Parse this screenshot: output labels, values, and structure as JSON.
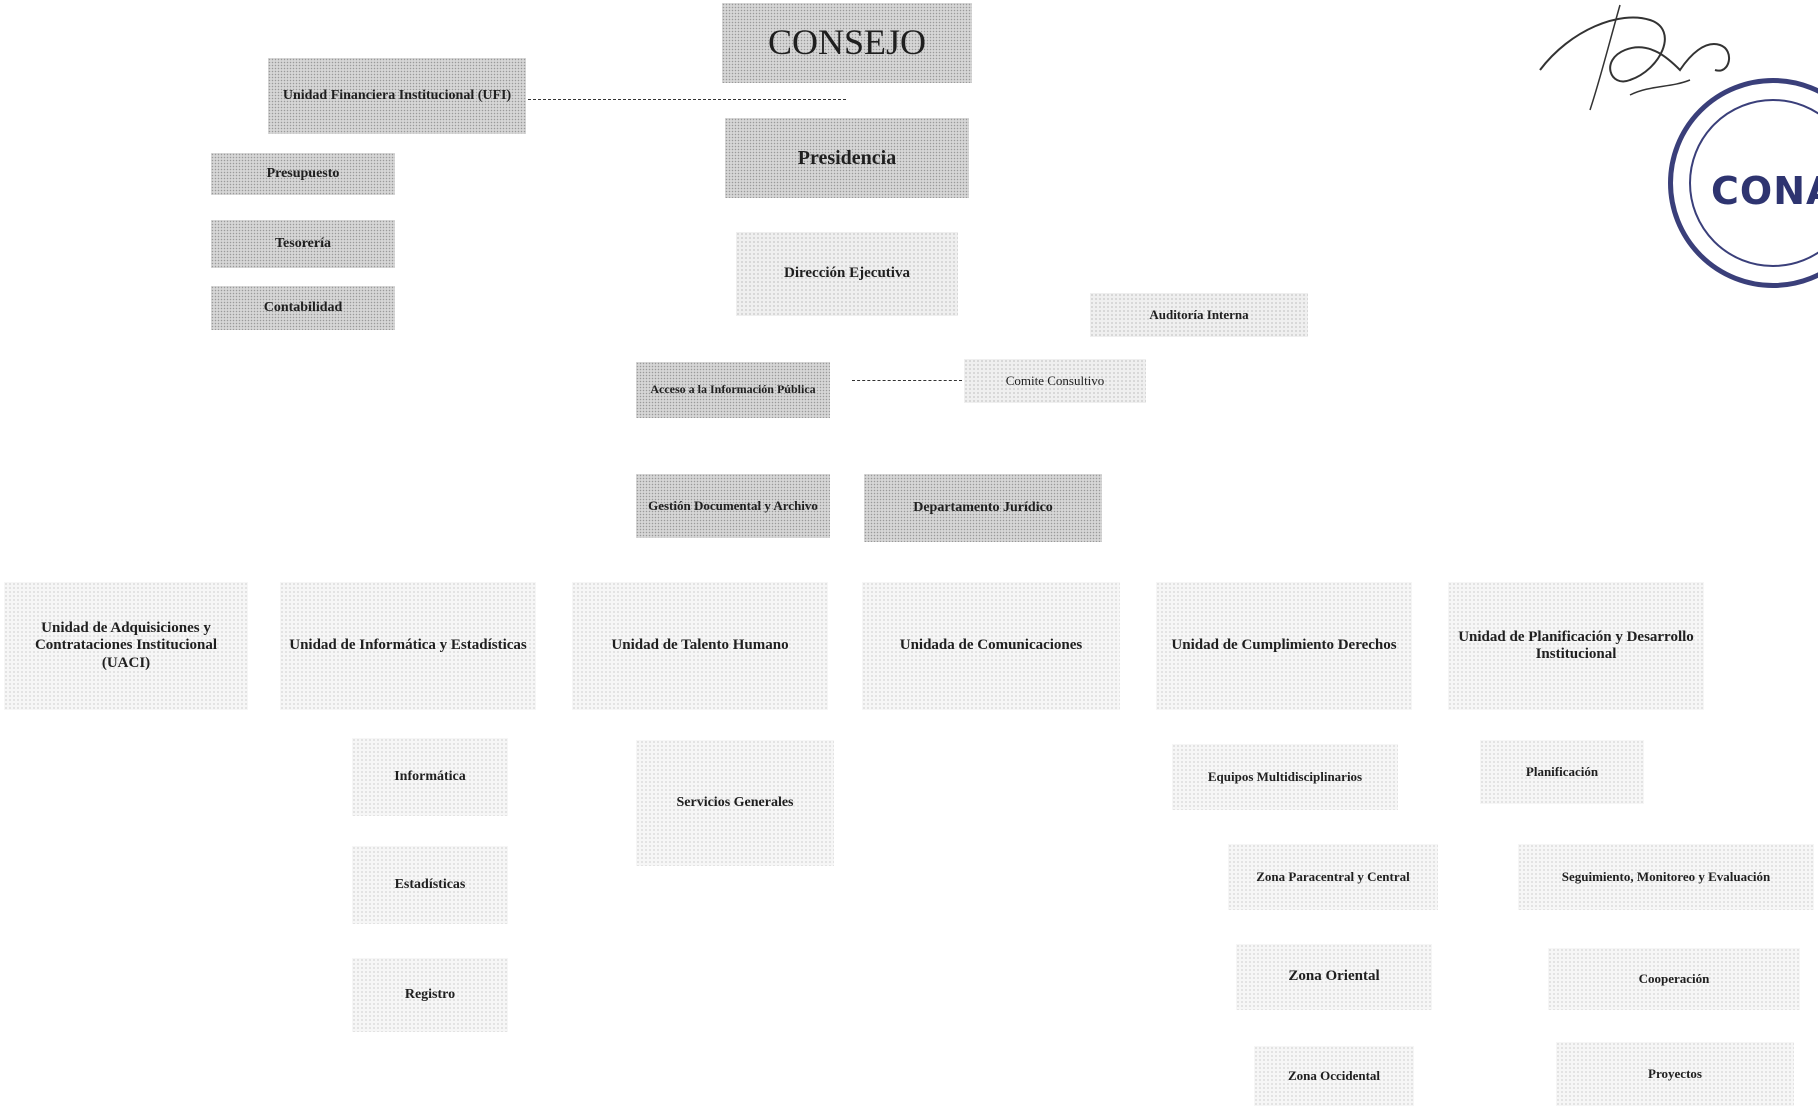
{
  "nodes": {
    "consejo": "CONSEJO",
    "ufi": "Unidad Financiera Institucional (UFI)",
    "presupuesto": "Presupuesto",
    "tesoreria": "Tesorería",
    "contabilidad": "Contabilidad",
    "presidencia": "Presidencia",
    "direccion_ejecutiva": "Dirección Ejecutiva",
    "auditoria_interna": "Auditoría Interna",
    "acceso_informacion": "Acceso a la Información Pública",
    "comite_consultivo": "Comite Consultivo",
    "gestion_documental": "Gestión Documental y Archivo",
    "departamento_juridico": "Departamento Jurídico",
    "uaci": "Unidad de Adquisiciones y Contrataciones Institucional (UACI)",
    "informatica_estadisticas": "Unidad de Informática y Estadísticas",
    "talento_humano": "Unidad de Talento Humano",
    "comunicaciones": "Unidada de Comunicaciones",
    "cumplimiento_derechos": "Unidad de Cumplimiento Derechos",
    "planificacion_desarrollo": "Unidad de Planificación y Desarrollo Institucional",
    "informatica": "Informática",
    "estadisticas": "Estadísticas",
    "registro": "Registro",
    "servicios_generales": "Servicios Generales",
    "equipos_multidisciplinarios": "Equipos Multidisciplinarios",
    "zona_paracentral": "Zona Paracentral y Central",
    "zona_oriental": "Zona Oriental",
    "zona_occidental": "Zona Occidental",
    "planificacion": "Planificación",
    "seguimiento": "Seguimiento, Monitoreo y Evaluación",
    "cooperacion": "Cooperación",
    "proyectos": "Proyectos"
  },
  "stamp": {
    "center_text": "CONAIP"
  },
  "colors": {
    "box_dark": "#d6d6d6",
    "box_light": "#efefef",
    "stamp_ink": "#3a3f7a"
  }
}
